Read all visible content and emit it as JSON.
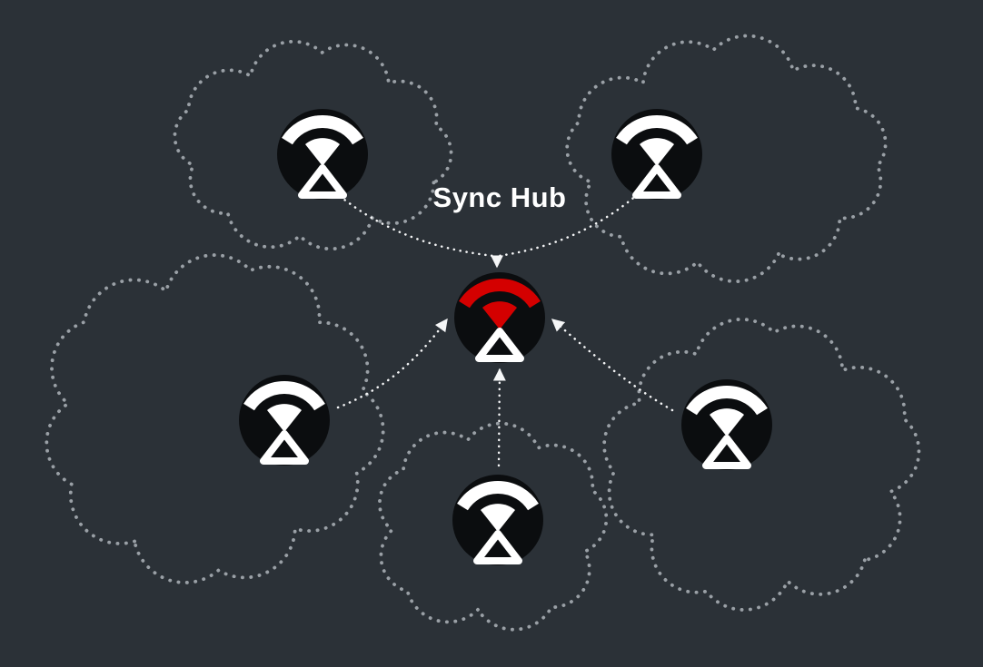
{
  "title": "Sync Hub",
  "colors": {
    "background": "#2b3137",
    "cloud": "#9aa0a6",
    "arrow": "#f5f6f7",
    "node": "#0b0d0f",
    "icon": "#ffffff",
    "accent": "#d40000"
  },
  "hub": {
    "label": "Sync Hub",
    "icon": "sync-hub-broadcast-icon"
  },
  "satellites": [
    {
      "position": "top-left",
      "icon": "device-broadcast-icon"
    },
    {
      "position": "top-right",
      "icon": "device-broadcast-icon"
    },
    {
      "position": "mid-left",
      "icon": "device-broadcast-icon"
    },
    {
      "position": "mid-right",
      "icon": "device-broadcast-icon"
    },
    {
      "position": "bottom",
      "icon": "device-broadcast-icon"
    }
  ],
  "clouds": [
    {
      "position": "top-left"
    },
    {
      "position": "top-right"
    },
    {
      "position": "mid-left"
    },
    {
      "position": "mid-right"
    },
    {
      "position": "bottom"
    }
  ]
}
